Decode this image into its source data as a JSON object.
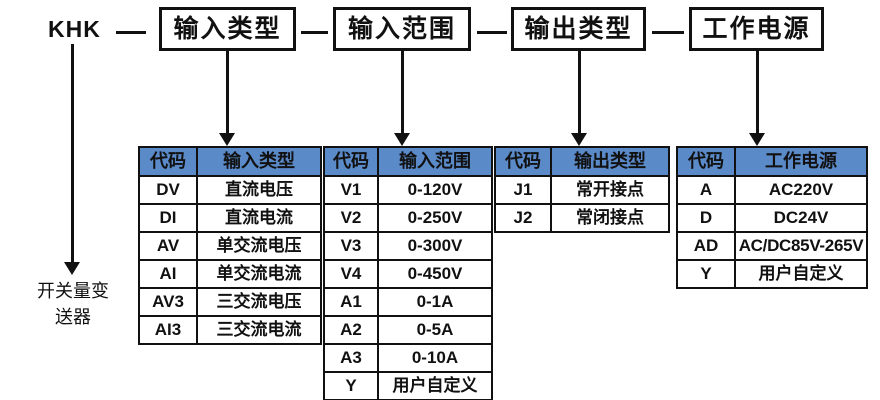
{
  "diagram": {
    "brand": "KHK",
    "separator": "—",
    "product_caption_line1": "开关量变",
    "product_caption_line2": "送器",
    "header_color": "#5b8ac9",
    "line_color": "#111111",
    "segments": [
      {
        "label": "输入类型"
      },
      {
        "label": "输入范围"
      },
      {
        "label": "输出类型"
      },
      {
        "label": "工作电源"
      }
    ]
  },
  "tables": [
    {
      "name": "input-type",
      "headers": [
        "代码",
        "输入类型"
      ],
      "rows": [
        [
          "DV",
          "直流电压"
        ],
        [
          "DI",
          "直流电流"
        ],
        [
          "AV",
          "单交流电压"
        ],
        [
          "AI",
          "单交流电流"
        ],
        [
          "AV3",
          "三交流电压"
        ],
        [
          "AI3",
          "三交流电流"
        ]
      ]
    },
    {
      "name": "input-range",
      "headers": [
        "代码",
        "输入范围"
      ],
      "rows": [
        [
          "V1",
          "0-120V"
        ],
        [
          "V2",
          "0-250V"
        ],
        [
          "V3",
          "0-300V"
        ],
        [
          "V4",
          "0-450V"
        ],
        [
          "A1",
          "0-1A"
        ],
        [
          "A2",
          "0-5A"
        ],
        [
          "A3",
          "0-10A"
        ],
        [
          "Y",
          "用户自定义"
        ]
      ]
    },
    {
      "name": "output-type",
      "headers": [
        "代码",
        "输出类型"
      ],
      "rows": [
        [
          "J1",
          "常开接点"
        ],
        [
          "J2",
          "常闭接点"
        ]
      ]
    },
    {
      "name": "power-supply",
      "headers": [
        "代码",
        "工作电源"
      ],
      "rows": [
        [
          "A",
          "AC220V"
        ],
        [
          "D",
          "DC24V"
        ],
        [
          "AD",
          "AC/DC85V-265V"
        ],
        [
          "Y",
          "用户自定义"
        ]
      ]
    }
  ]
}
